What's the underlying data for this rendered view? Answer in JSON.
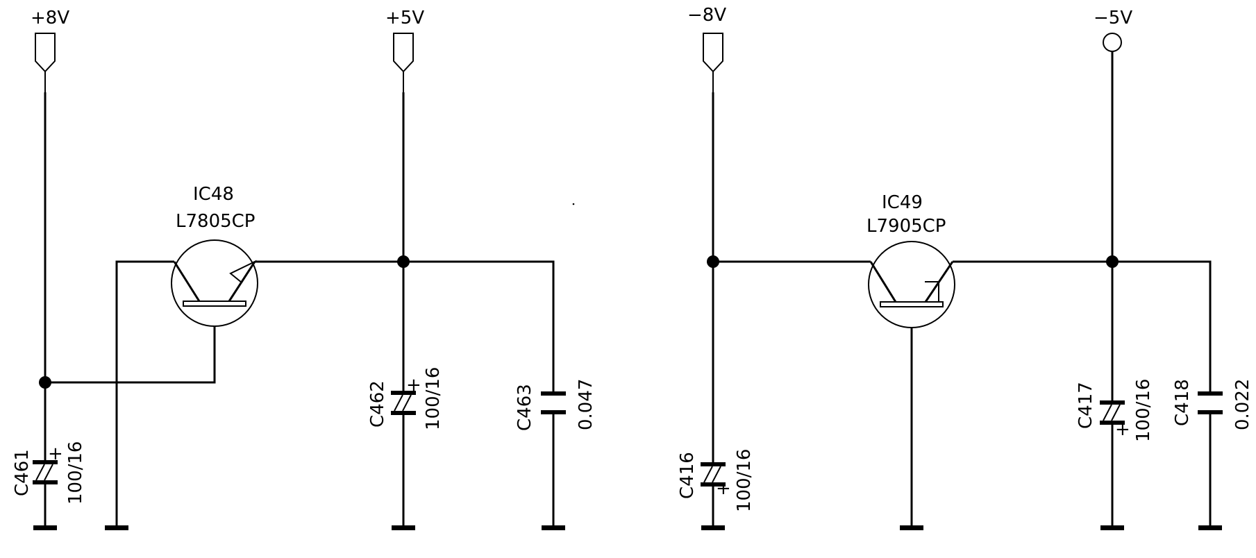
{
  "rails": {
    "p8": "+8V",
    "p5": "+5V",
    "n8": "−8V",
    "n5": "−5V"
  },
  "regulators": {
    "ic48": {
      "ref": "IC48",
      "part": "L7805CP"
    },
    "ic49": {
      "ref": "IC49",
      "part": "L7905CP"
    }
  },
  "capacitors": {
    "c461": {
      "ref": "C461",
      "value": "100/16"
    },
    "c462": {
      "ref": "C462",
      "value": "100/16"
    },
    "c463": {
      "ref": "C463",
      "value": "0.047"
    },
    "c416": {
      "ref": "C416",
      "value": "100/16"
    },
    "c417": {
      "ref": "C417",
      "value": "100/16"
    },
    "c418": {
      "ref": "C418",
      "value": "0.022"
    }
  },
  "polarity_mark": "+"
}
